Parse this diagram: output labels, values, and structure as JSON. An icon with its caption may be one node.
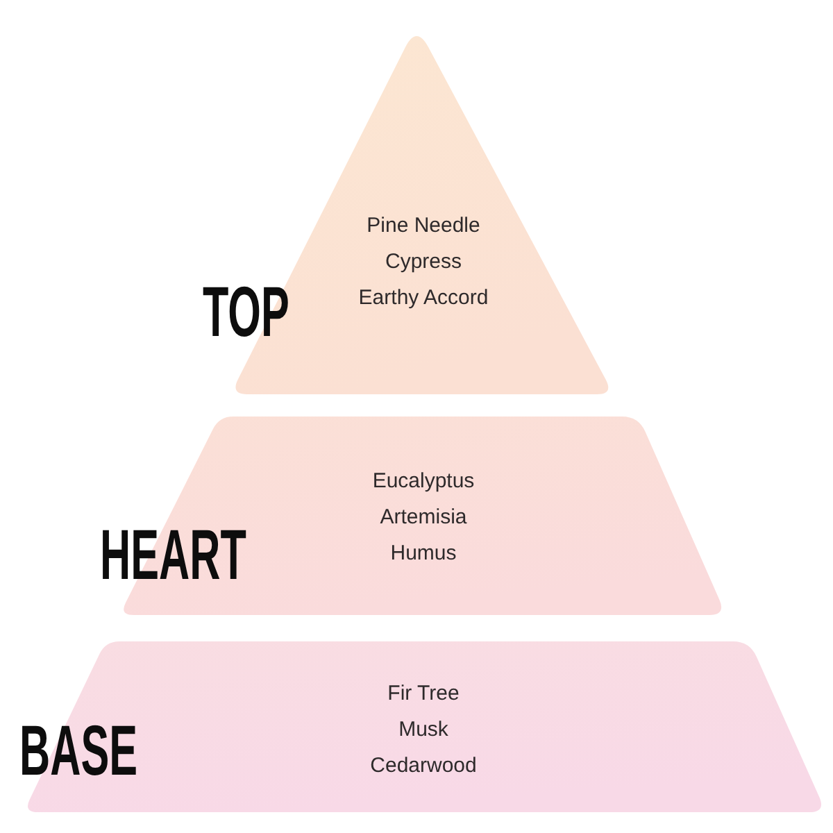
{
  "diagram": {
    "nodes": [
      {
        "text": [
          "TOP",
          "Pine Needle",
          "Cypress",
          "Earthy Accord"
        ]
      },
      {
        "text": [
          "HEART",
          "Eucalyptus",
          "Artemisia",
          "Humus"
        ]
      },
      {
        "text": [
          "BASE",
          "Fir Tree",
          "Musk",
          "Cedarwood"
        ]
      }
    ]
  }
}
